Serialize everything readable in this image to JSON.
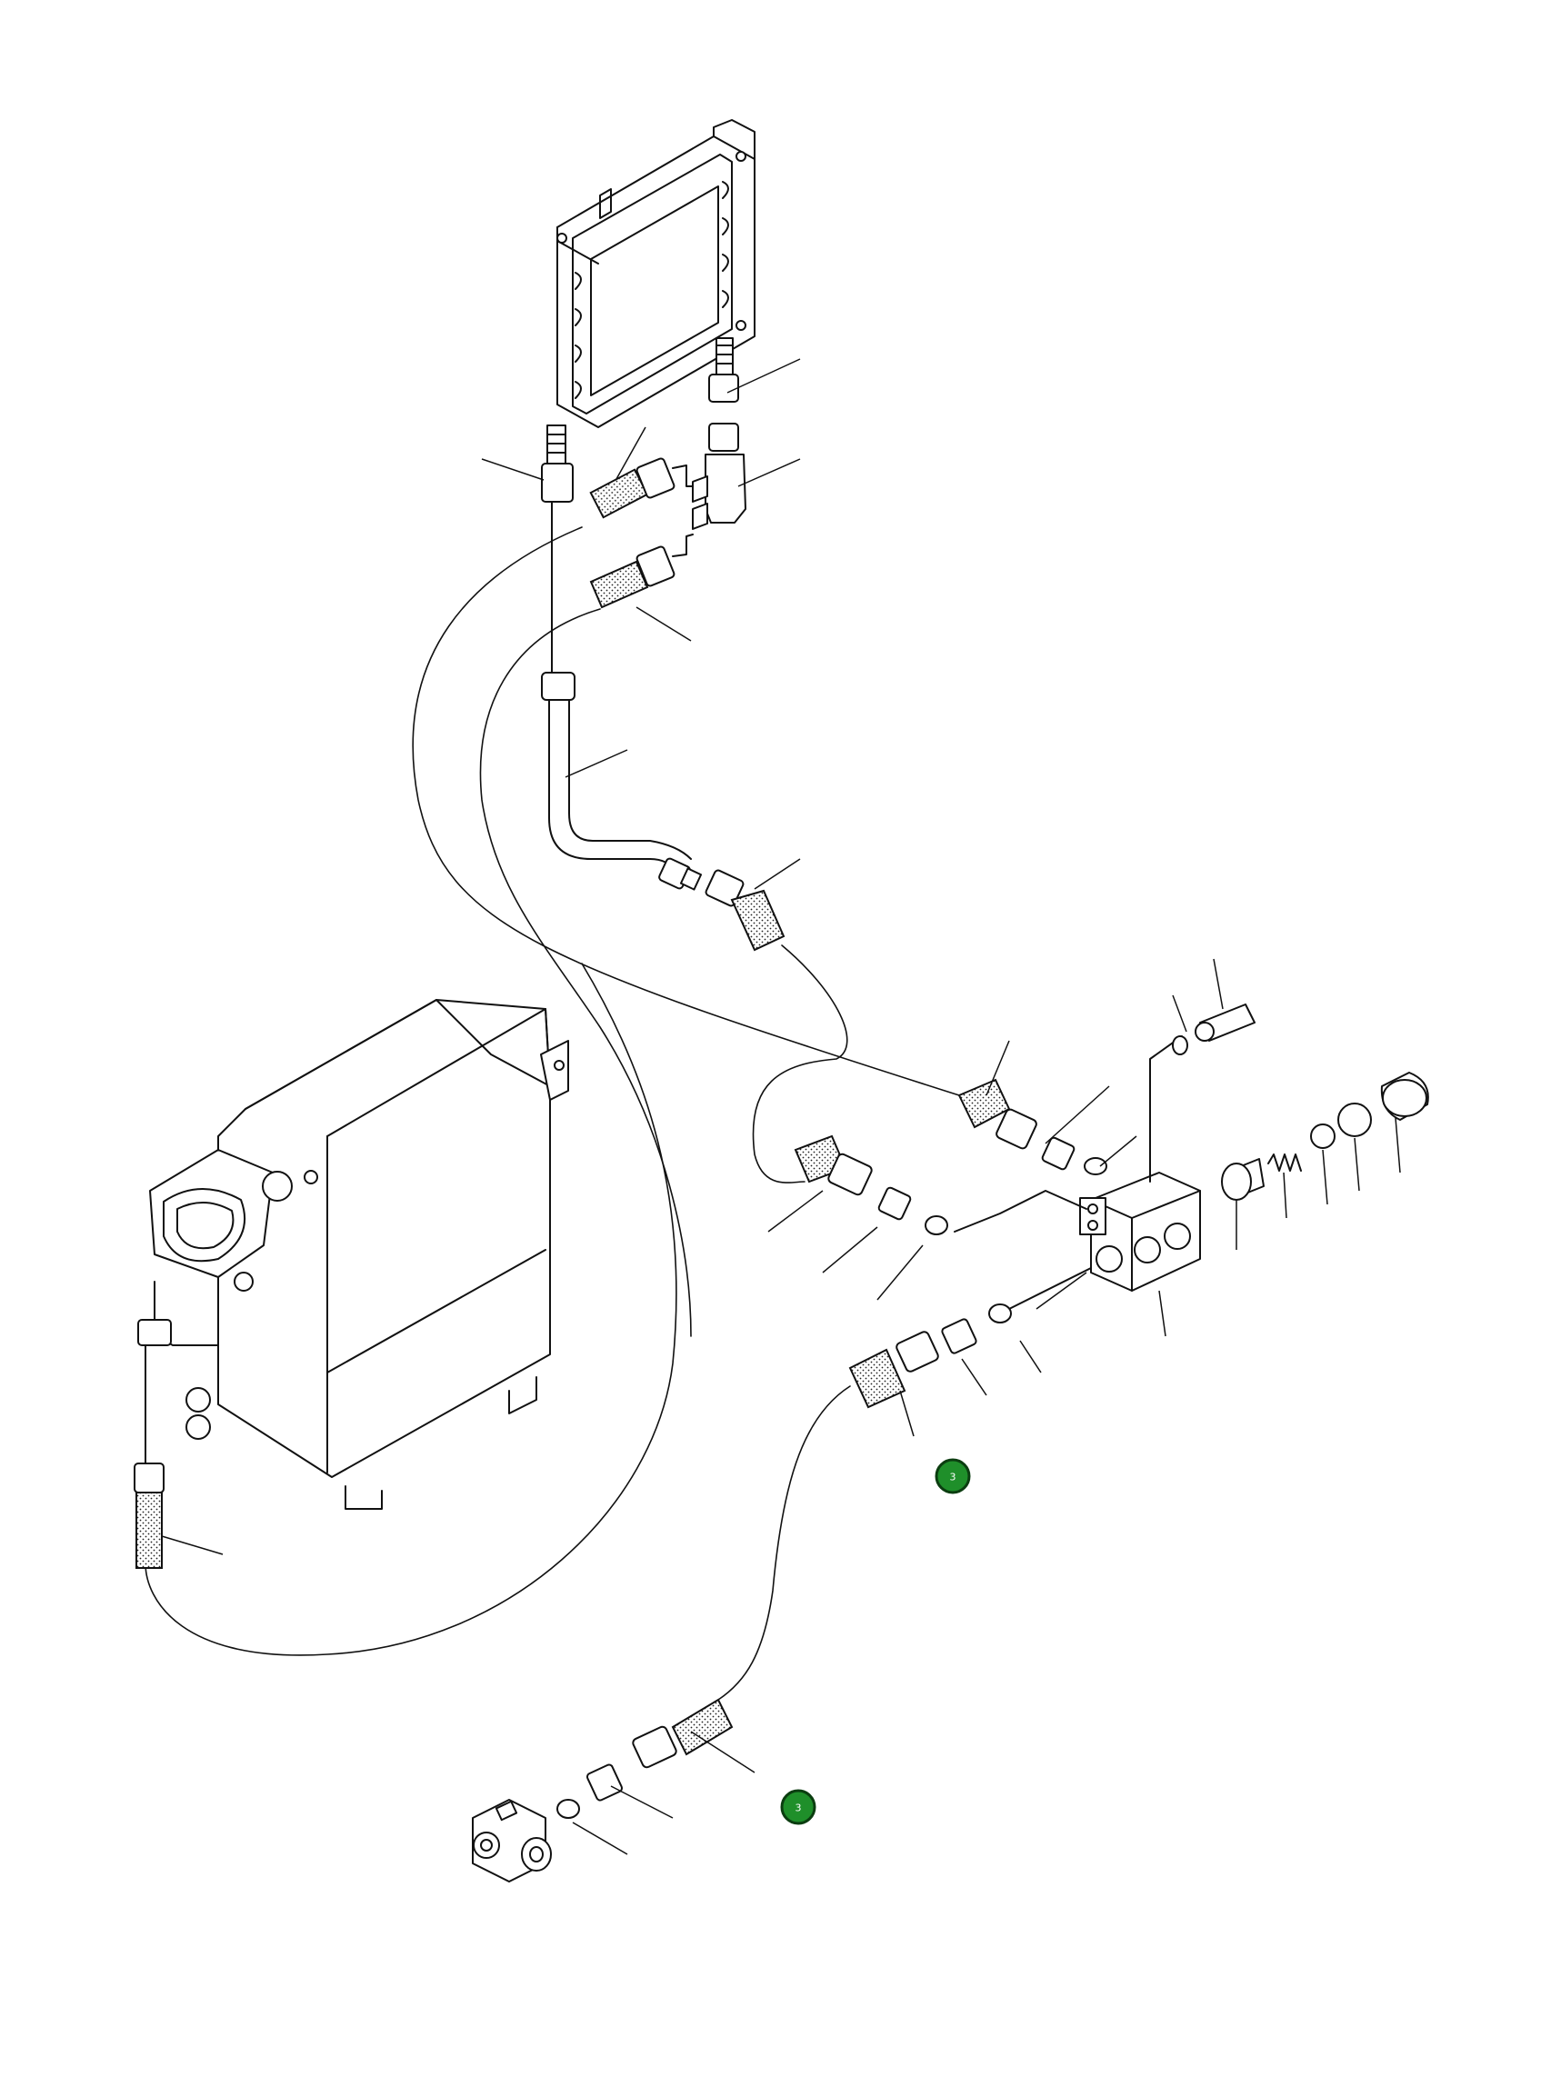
{
  "diagram": {
    "callouts": [
      {
        "id": "callout-1",
        "label": "3"
      },
      {
        "id": "callout-2",
        "label": "3"
      }
    ],
    "colors": {
      "line": "#111111",
      "badge_fill": "#1f8f2a",
      "badge_stroke": "#0b3d10",
      "badge_text": "#ffffff"
    }
  }
}
